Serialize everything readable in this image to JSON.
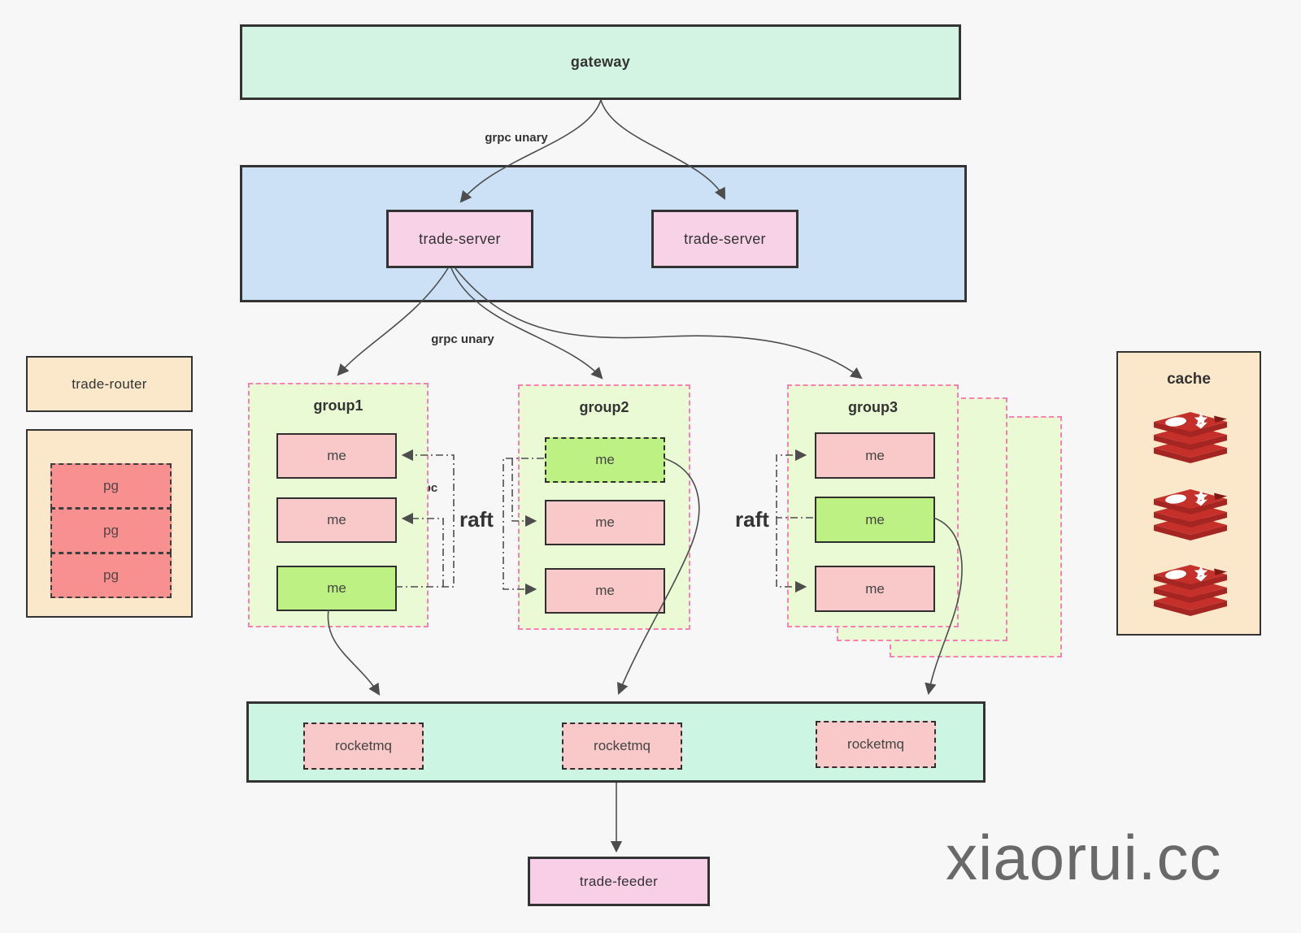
{
  "canvas": {
    "watermark": "xiaorui.cc"
  },
  "gateway": {
    "label": "gateway"
  },
  "trade_servers": [
    {
      "label": "trade-server"
    },
    {
      "label": "trade-server"
    }
  ],
  "edge_labels": {
    "gateway_to_servers": "grpc unary",
    "server_to_groups": "grpc unary",
    "group1_grpc": "grpc",
    "raft_group1": "raft",
    "raft_group3": "raft"
  },
  "groups": [
    {
      "name": "group1",
      "members": [
        {
          "label": "me",
          "variant": "pink"
        },
        {
          "label": "me",
          "variant": "pink"
        },
        {
          "label": "me",
          "variant": "green"
        }
      ]
    },
    {
      "name": "group2",
      "members": [
        {
          "label": "me",
          "variant": "green-dashed"
        },
        {
          "label": "me",
          "variant": "pink"
        },
        {
          "label": "me",
          "variant": "pink"
        }
      ]
    },
    {
      "name": "group3",
      "members": [
        {
          "label": "me",
          "variant": "pink"
        },
        {
          "label": "me",
          "variant": "green"
        },
        {
          "label": "me",
          "variant": "pink"
        }
      ]
    }
  ],
  "trade_router": {
    "label": "trade-router"
  },
  "pg": {
    "items": [
      {
        "label": "pg"
      },
      {
        "label": "pg"
      },
      {
        "label": "pg"
      }
    ]
  },
  "cache": {
    "label": "cache",
    "icon": "redis-icon",
    "icon_count": 3
  },
  "mq": {
    "items": [
      {
        "label": "rocketmq"
      },
      {
        "label": "rocketmq"
      },
      {
        "label": "rocketmq"
      }
    ]
  },
  "trade_feeder": {
    "label": "trade-feeder"
  },
  "colors": {
    "bg": "#f7f7f7",
    "ink": "#333333",
    "line": "#4d4d4d",
    "mint": "#d3f4e2",
    "blue": "#cce1f6",
    "pinkbox": "#f8d3e7",
    "groupfill": "#eafad4",
    "groupborder": "#f97fb5",
    "mepink": "#f9c9c9",
    "megreen": "#bef183",
    "peach": "#fbe8ca",
    "pgred": "#f89090",
    "mqmint": "#cdf5e3",
    "feeder": "#f8cfe7",
    "redis": "#c6302b",
    "watermark": "#696969"
  }
}
